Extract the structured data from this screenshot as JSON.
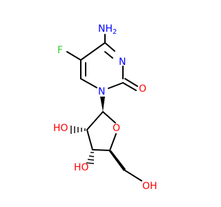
{
  "colors": {
    "bond": "#000000",
    "carbon": "#000000",
    "nitrogen": "#0000ff",
    "oxygen": "#ff0000",
    "fluorine": "#33cc33",
    "background": "#ffffff"
  },
  "labels": {
    "amine_n": "N",
    "amine_h": "H",
    "amine_sub": "2",
    "fluorine": "F",
    "ring_n3": "N",
    "ring_n1": "N",
    "carbonyl_o": "O",
    "ring_o": "O",
    "ho_2": "HO",
    "ho_3": "HO",
    "oh_5": "OH"
  }
}
